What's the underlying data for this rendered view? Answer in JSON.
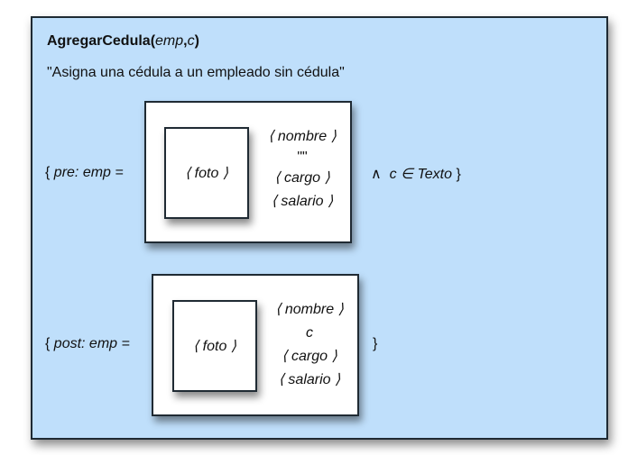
{
  "spec": {
    "title_name": "AgregarCedula(",
    "title_param1": "emp",
    "title_sep": ",",
    "title_param2": "c",
    "title_close": ")",
    "description": "\"Asigna una cédula a un empleado sin cédula\""
  },
  "pre": {
    "open": "{ ",
    "keyword": "pre: emp =",
    "photo": "⟨ foto ⟩",
    "fields": [
      "⟨ nombre ⟩",
      "\"\"",
      "⟨ cargo ⟩",
      "⟨ salario ⟩"
    ],
    "and": "∧",
    "condition": "c ∈ Texto",
    "close": "}"
  },
  "post": {
    "open": "{ ",
    "keyword": "post: emp =",
    "photo": "⟨ foto ⟩",
    "fields": [
      "⟨ nombre ⟩",
      "c",
      "⟨ cargo ⟩",
      "⟨ salario ⟩"
    ],
    "close": "}"
  }
}
